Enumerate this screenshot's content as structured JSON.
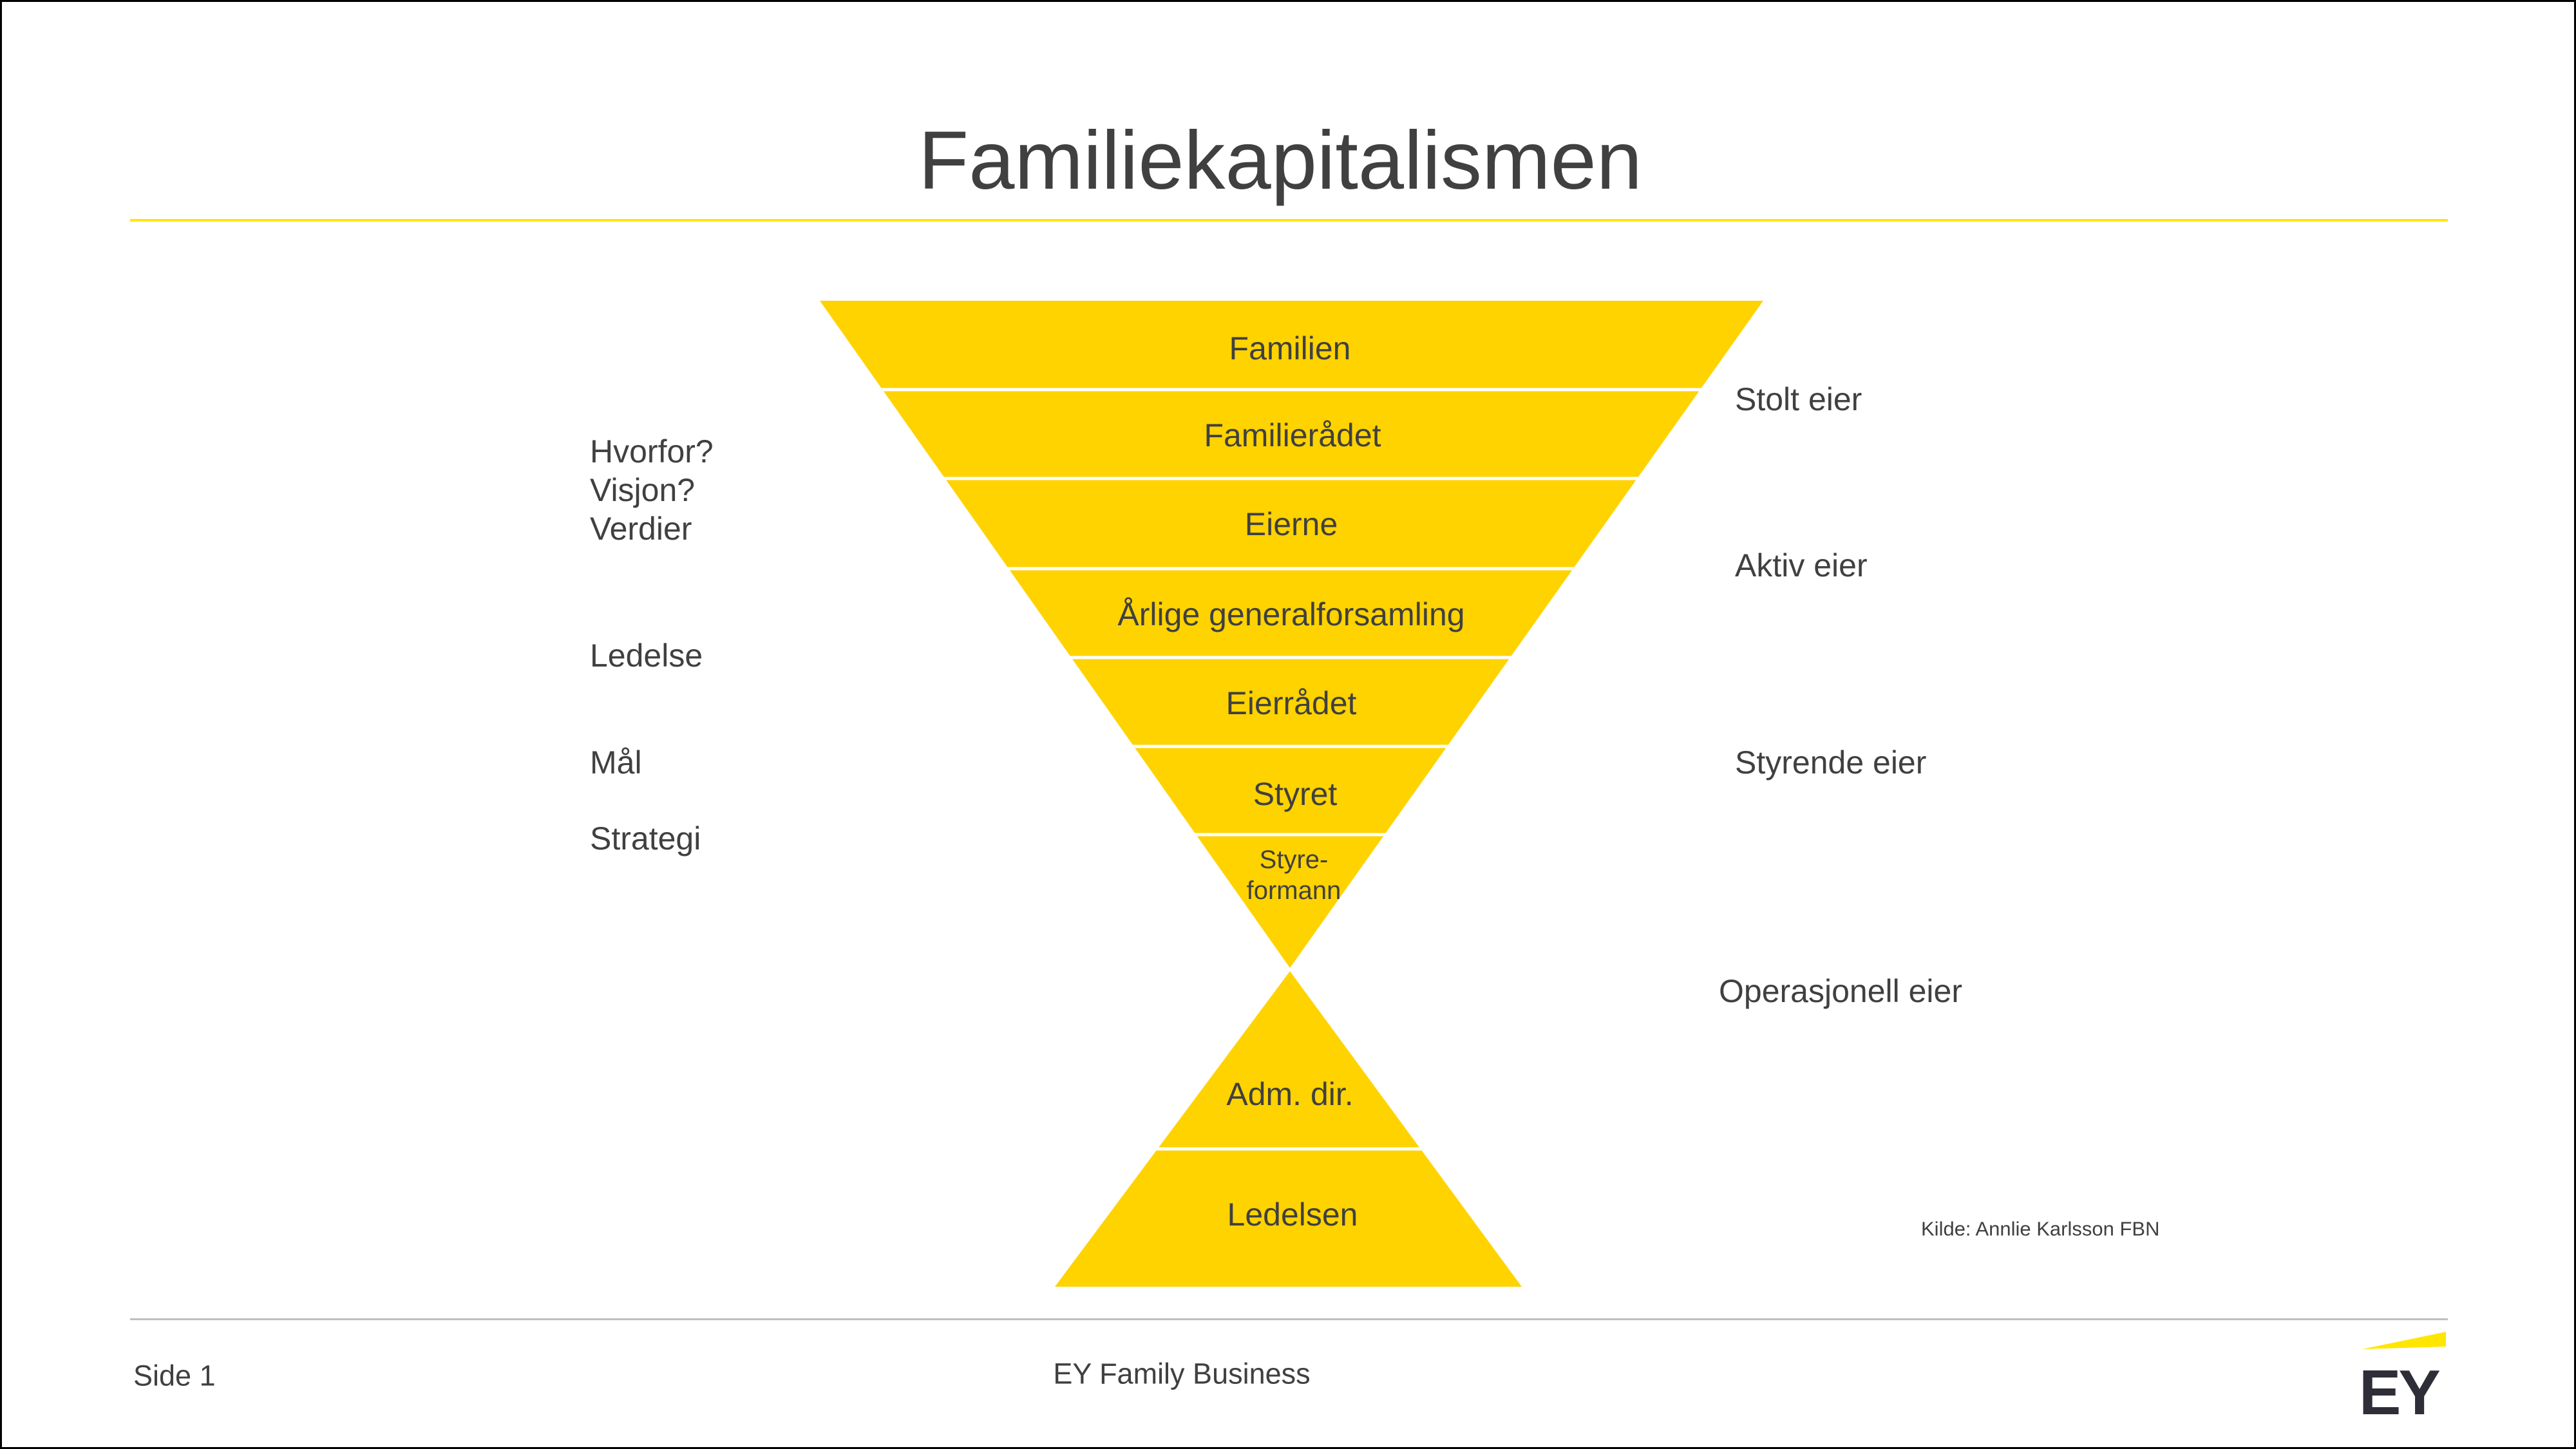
{
  "title": "Familiekapitalismen",
  "colors": {
    "accent": "#FFD300",
    "text": "#404040",
    "logo_yellow": "#FFE600",
    "logo_dark": "#2E2E38"
  },
  "funnel": {
    "bands": [
      "Familien",
      "Familierådet",
      "Eierne",
      "Årlige generalforsamling",
      "Eierrådet",
      "Styret"
    ],
    "tip_line1": "Styre-",
    "tip_line2": "formann"
  },
  "pyramid": {
    "top": "Adm. dir.",
    "bottom": "Ledelsen"
  },
  "left_labels": [
    "Hvorfor?",
    "Visjon?",
    "Verdier",
    "Ledelse",
    "Mål",
    "Strategi"
  ],
  "right_labels": [
    "Stolt eier",
    "Aktiv eier",
    "Styrende eier",
    "Operasjonell eier"
  ],
  "source": "Kilde: Annlie Karlsson FBN",
  "footer": {
    "page": "Side 1",
    "center": "EY Family Business",
    "logo": "EY"
  }
}
